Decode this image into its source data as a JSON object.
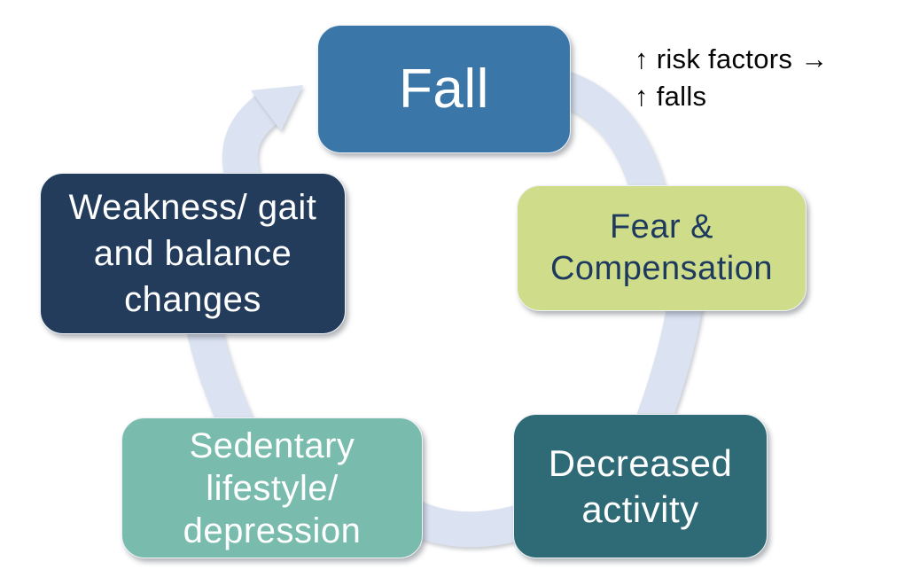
{
  "diagram": {
    "type": "cycle",
    "description": "Falls cycle diagram with five stages connected by a clockwise light-blue ring arrow",
    "ring_color": "#dbe2f1",
    "nodes": [
      {
        "id": "fall",
        "label": "Fall",
        "color": "#3a76a8",
        "text_color": "#ffffff"
      },
      {
        "id": "fear-compensation",
        "label": "Fear &\nCompensation",
        "color": "#cfdd8a",
        "text_color": "#1d3a5e"
      },
      {
        "id": "decreased-activity",
        "label": "Decreased\nactivity",
        "color": "#2f6b76",
        "text_color": "#ffffff"
      },
      {
        "id": "sedentary-lifestyle",
        "label": "Sedentary\nlifestyle/\ndepression",
        "color": "#79bcae",
        "text_color": "#ffffff"
      },
      {
        "id": "weakness-gait",
        "label": "Weakness/ gait\nand balance\nchanges",
        "color": "#233c5c",
        "text_color": "#ffffff"
      }
    ],
    "flow_order": [
      "Fall",
      "Fear & Compensation",
      "Decreased activity",
      "Sedentary lifestyle/depression",
      "Weakness/ gait and balance changes",
      "Fall"
    ],
    "annotation": {
      "text": "↑ risk factors →\n↑ falls",
      "color": "#050505"
    }
  }
}
